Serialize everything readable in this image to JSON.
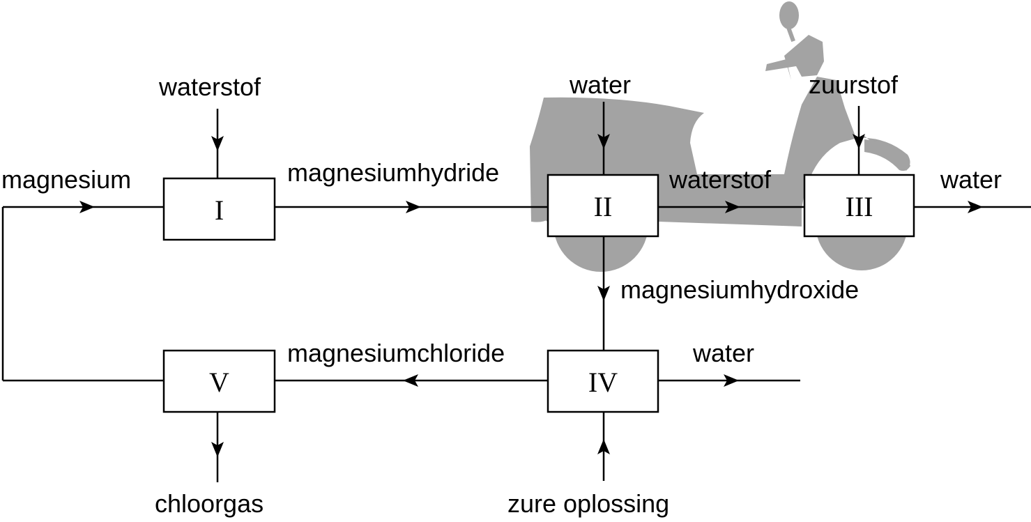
{
  "colors": {
    "line": "#000000",
    "box_fill": "#ffffff",
    "scooter": "#a3a3a3"
  },
  "icons": {
    "background": "scooter-silhouette-icon"
  },
  "units": {
    "I": "I",
    "II": "II",
    "III": "III",
    "IV": "IV",
    "V": "V"
  },
  "streams": {
    "magnesium": "magnesium",
    "waterstof_in": "waterstof",
    "magnesiumhydride": "magnesiumhydride",
    "water_in": "water",
    "waterstof_mid": "waterstof",
    "zuurstof": "zuurstof",
    "water_out_III": "water",
    "magnesiumhydroxide": "magnesiumhydroxide",
    "magnesiumchloride": "magnesiumchloride",
    "water_out_IV": "water",
    "zure_oplossing": "zure oplossing",
    "chloorgas": "chloorgas"
  }
}
